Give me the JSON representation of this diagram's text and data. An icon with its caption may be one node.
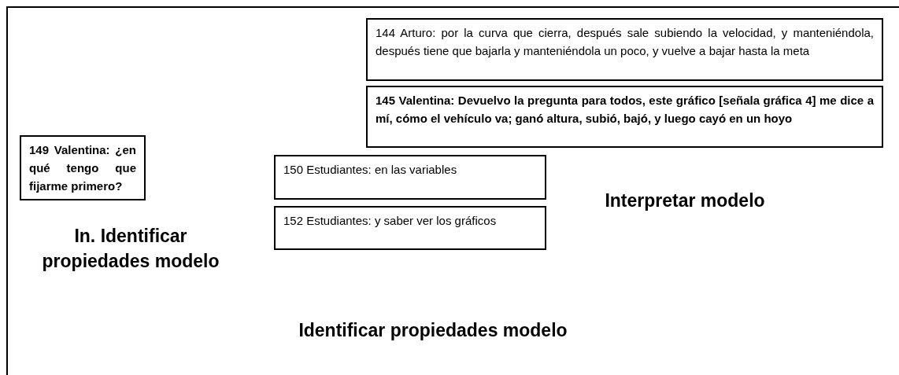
{
  "diagram": {
    "nodes": [
      {
        "text": [
          "144 Arturo: por la curva que cierra, después sale subiendo la velocidad, y manteniéndola, después tiene que bajarla y manteniéndola un poco, y vuelve a bajar hasta la meta"
        ]
      },
      {
        "text": [
          "145 Valentina: Devuelvo la pregunta para todos, este gráfico [señala gráfica 4] me dice a mí, cómo el vehículo va; ganó altura, subió, bajó, y luego cayó en un hoyo"
        ]
      },
      {
        "text": [
          "149 Valentina: ¿en qué tengo que fijarme primero?"
        ]
      },
      {
        "text": [
          "150 Estudiantes: en las variables"
        ]
      },
      {
        "text": [
          "152 Estudiantes: y saber ver los gráficos"
        ]
      }
    ],
    "labels": [
      "Interpretar modelo",
      "In. Identificar propiedades modelo",
      "Identificar propiedades modelo"
    ]
  }
}
